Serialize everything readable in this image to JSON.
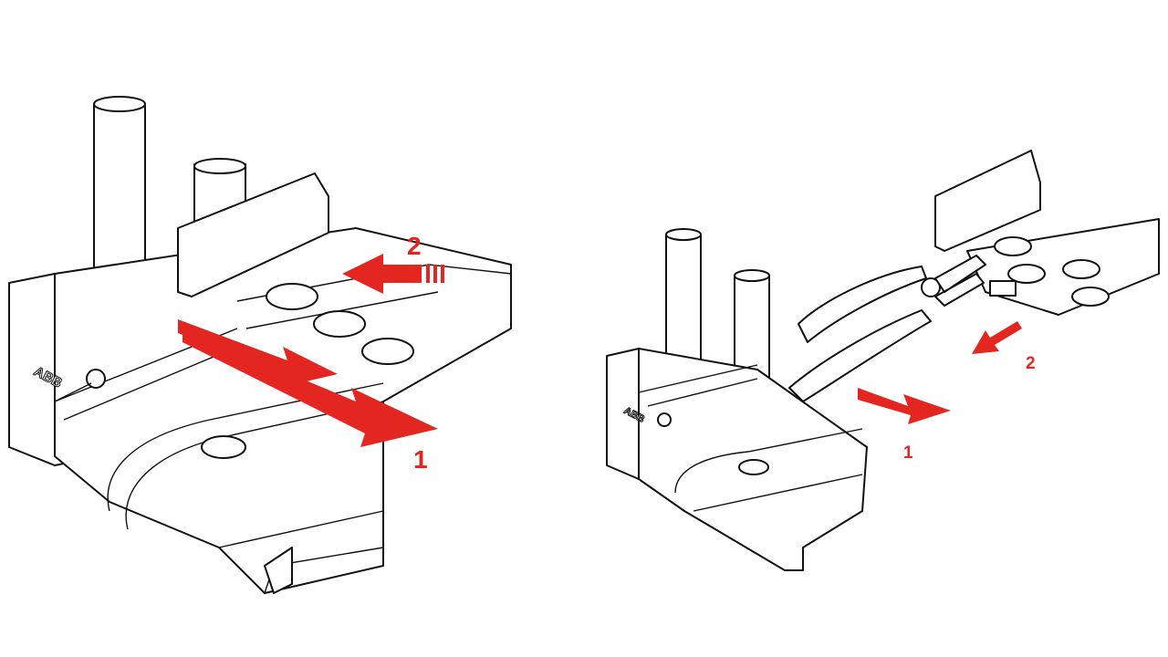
{
  "left_figure": {
    "step_labels": [
      "1",
      "2"
    ],
    "logo": "ABB"
  },
  "right_figure": {
    "step_labels": [
      "1",
      "2"
    ],
    "logo": "ABB"
  },
  "colors": {
    "arrow": "#e3261f",
    "line": "#111111"
  }
}
